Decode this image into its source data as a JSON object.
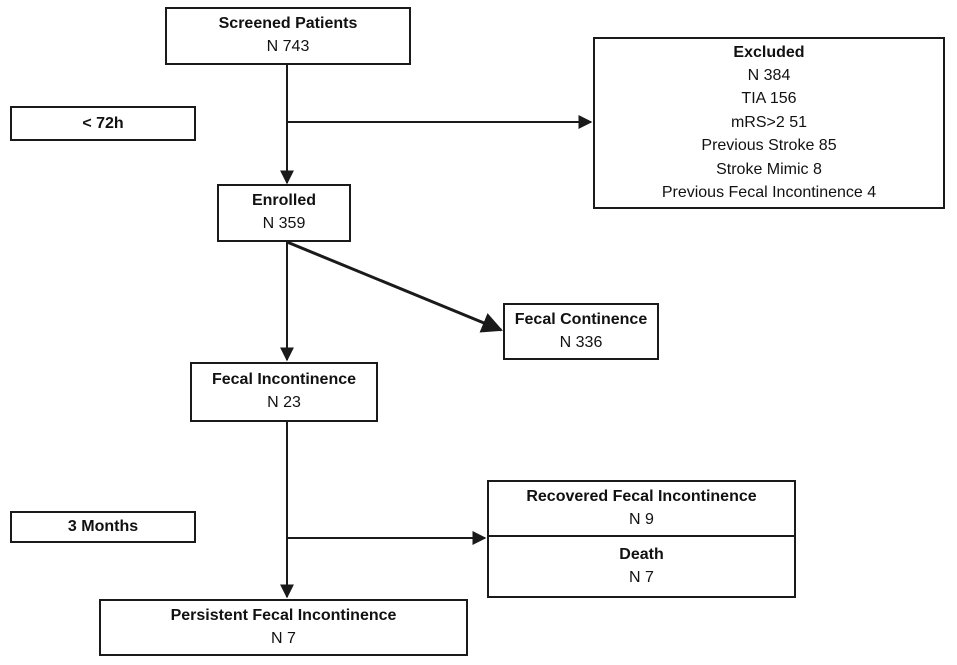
{
  "time_labels": {
    "early": "< 72h",
    "late": "3 Months"
  },
  "nodes": {
    "screened": {
      "title": "Screened Patients",
      "count": "N 743"
    },
    "excluded": {
      "title": "Excluded",
      "lines": [
        "N 384",
        "TIA  156",
        "mRS>2 51",
        "Previous Stroke 85",
        "Stroke Mimic 8",
        "Previous Fecal Incontinence 4"
      ]
    },
    "enrolled": {
      "title": "Enrolled",
      "count": "N 359"
    },
    "fecal_continence": {
      "title": "Fecal Continence",
      "count": "N 336"
    },
    "fecal_incontinence": {
      "title": "Fecal Incontinence",
      "count": "N 23"
    },
    "recovered": {
      "title": "Recovered  Fecal Incontinence",
      "count": "N 9"
    },
    "death": {
      "title": "Death",
      "count": "N 7"
    },
    "persistent": {
      "title": "Persistent Fecal Incontinence",
      "count": "N 7"
    }
  },
  "colors": {
    "line": "#1a1a1a",
    "background": "#ffffff"
  }
}
